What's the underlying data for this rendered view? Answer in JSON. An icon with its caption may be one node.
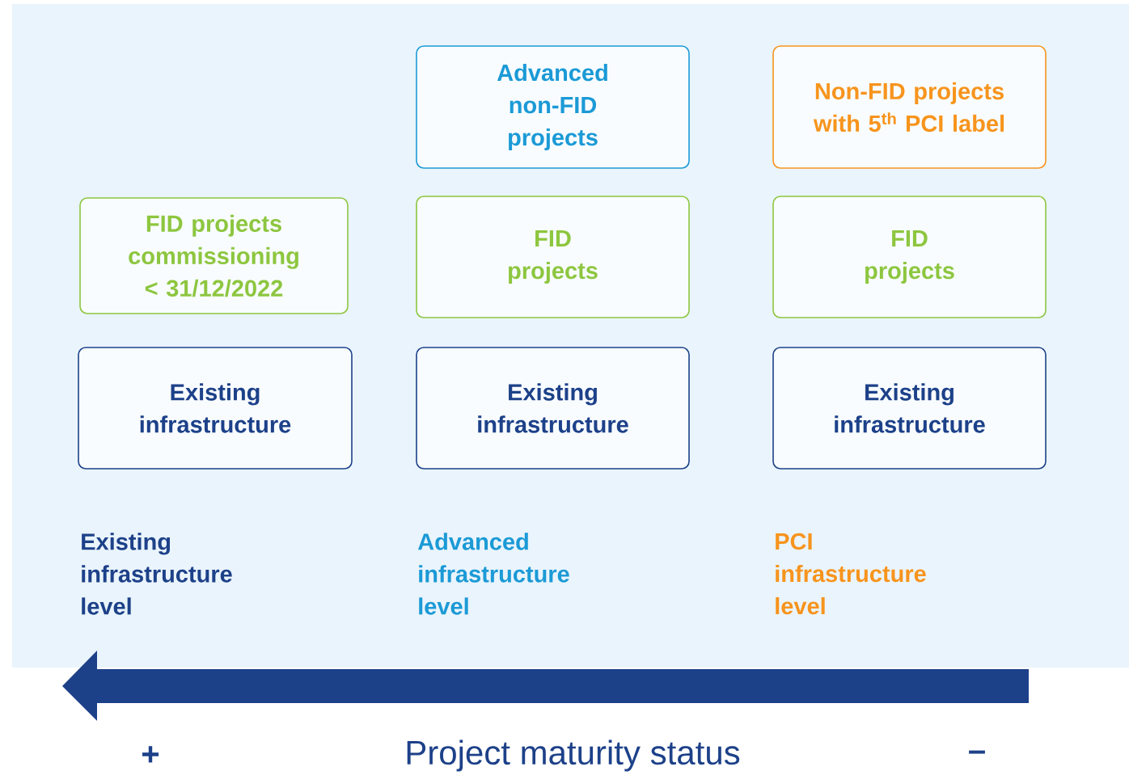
{
  "diagram": {
    "nodes": [
      {
        "text": [
          "Advanced non-FID projects"
        ]
      },
      {
        "text": [
          "Non-FID projects with 5$^{th}$ PCI label"
        ]
      },
      {
        "text": [
          "FID projects commissioning < 31/12/2022"
        ]
      },
      {
        "text": [
          "FID projects"
        ]
      },
      {
        "text": [
          "FID projects"
        ]
      },
      {
        "text": [
          "Existing infrastructure"
        ]
      },
      {
        "text": [
          "Existing infrastructure"
        ]
      },
      {
        "text": [
          "Existing infrastructure"
        ]
      }
    ],
    "edges": [],
    "labels": [
      "Existing infrastructure level",
      "Advanced infrastructure level",
      "PCI infrastructure level",
      "+",
      "Project maturity status",
      "–"
    ]
  }
}
